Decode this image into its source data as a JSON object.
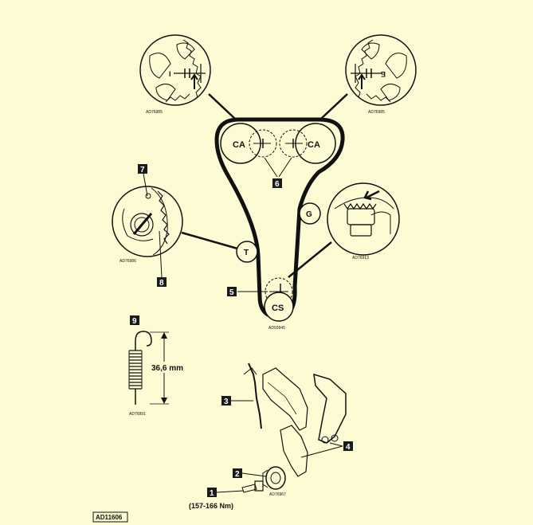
{
  "diagram": {
    "sprocket_labels": {
      "camshaft_left": "CA",
      "camshaft_right": "CA",
      "crankshaft": "CS",
      "tensioner": "T",
      "guide": "G"
    },
    "callouts": {
      "n1": "1",
      "n2": "2",
      "n3": "3",
      "n4": "4",
      "n5": "5",
      "n6": "6",
      "n7": "7",
      "n8": "8",
      "n9": "9"
    },
    "torque_spec": "(157-166 Nm)",
    "spring_length": "36,6 mm",
    "figure_codes": {
      "cam_left_detail": "AD76985",
      "cam_right_detail": "AD76985",
      "tensioner_detail": "AD76986",
      "pump_detail": "AD76913",
      "belt_layout": "AD93945",
      "spring_detail": "AD76991",
      "parts_detail": "AD76967"
    },
    "figure_id": "AD11606",
    "cam_marks": {
      "intake": "I",
      "exhaust": "E"
    }
  }
}
